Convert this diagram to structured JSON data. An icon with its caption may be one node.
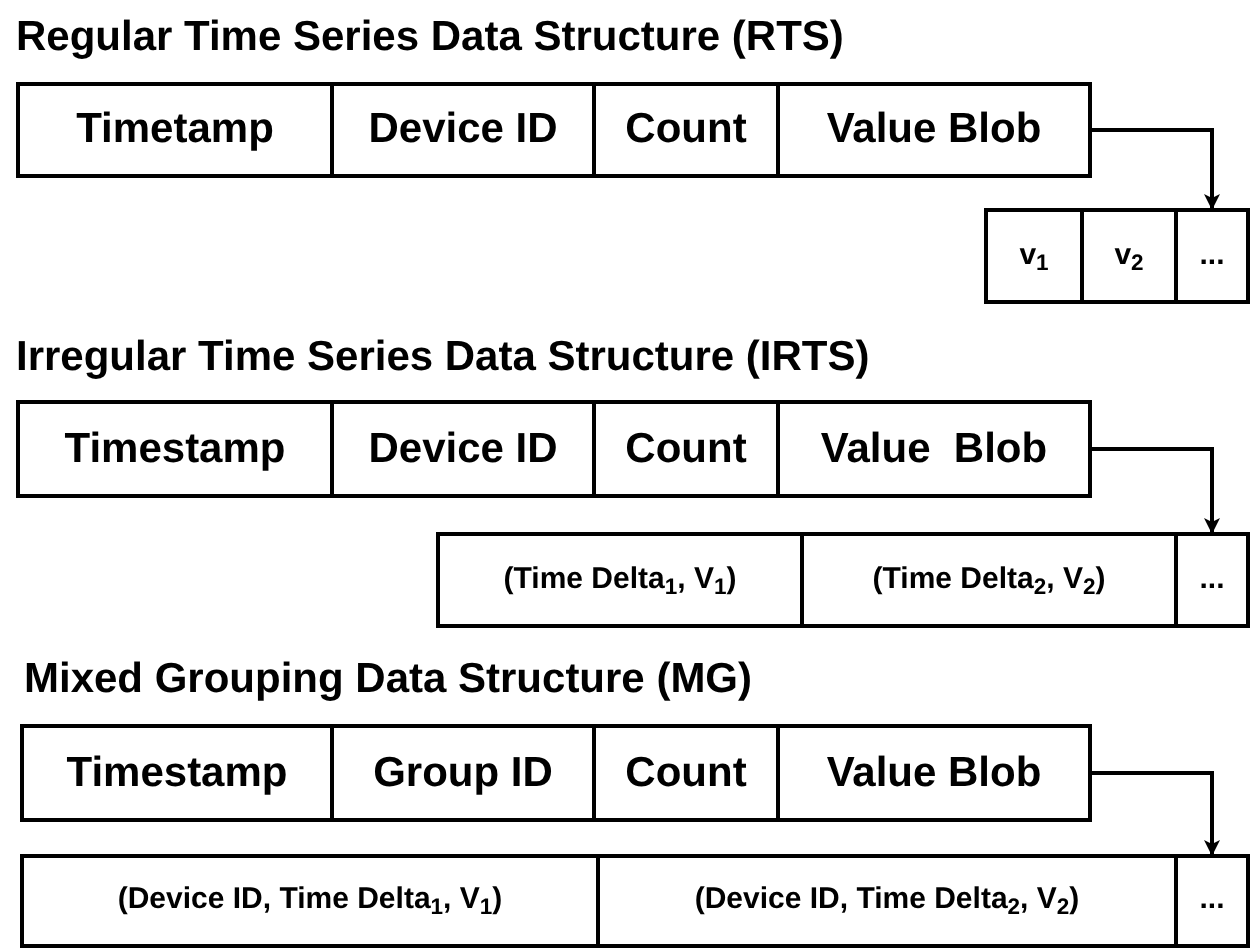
{
  "diagram": {
    "nodes": [
      {
        "text": [
          "Timetamp"
        ]
      },
      {
        "text": [
          "Device ID"
        ]
      },
      {
        "text": [
          "Count"
        ]
      },
      {
        "text": [
          "Value Blob"
        ]
      },
      {
        "text": [
          "v$_{1}$"
        ]
      },
      {
        "text": [
          "v$_{2}$"
        ]
      },
      {
        "text": [
          "..."
        ]
      },
      {
        "text": [
          "Timestamp"
        ]
      },
      {
        "text": [
          "Device ID"
        ]
      },
      {
        "text": [
          "Count"
        ]
      },
      {
        "text": [
          "Value  Blob"
        ]
      },
      {
        "text": [
          "(Time Delta$_{1}$, V$_{1}$)"
        ]
      },
      {
        "text": [
          "(Time Delta$_{2}$, V$_{2}$)"
        ]
      },
      {
        "text": [
          "..."
        ]
      },
      {
        "text": [
          "Timestamp"
        ]
      },
      {
        "text": [
          "Group ID"
        ]
      },
      {
        "text": [
          "Count"
        ]
      },
      {
        "text": [
          "Value Blob"
        ]
      },
      {
        "text": [
          "(Device ID, Time Delta$_{1}$, V$_{1}$)"
        ]
      },
      {
        "text": [
          "(Device ID, Time Delta$_{2}$, V$_{2}$)"
        ]
      },
      {
        "text": [
          "..."
        ]
      }
    ],
    "edges": [
      {
        "from": 3,
        "to": 6,
        "arrow": "to"
      },
      {
        "from": 10,
        "to": 13,
        "arrow": "to"
      },
      {
        "from": 17,
        "to": 20,
        "arrow": "to"
      }
    ],
    "labels": [
      "Regular Time Series Data Structure (RTS)",
      "Irregular Time Series Data Structure (IRTS)",
      "Mixed Grouping Data Structure (MG)"
    ]
  }
}
